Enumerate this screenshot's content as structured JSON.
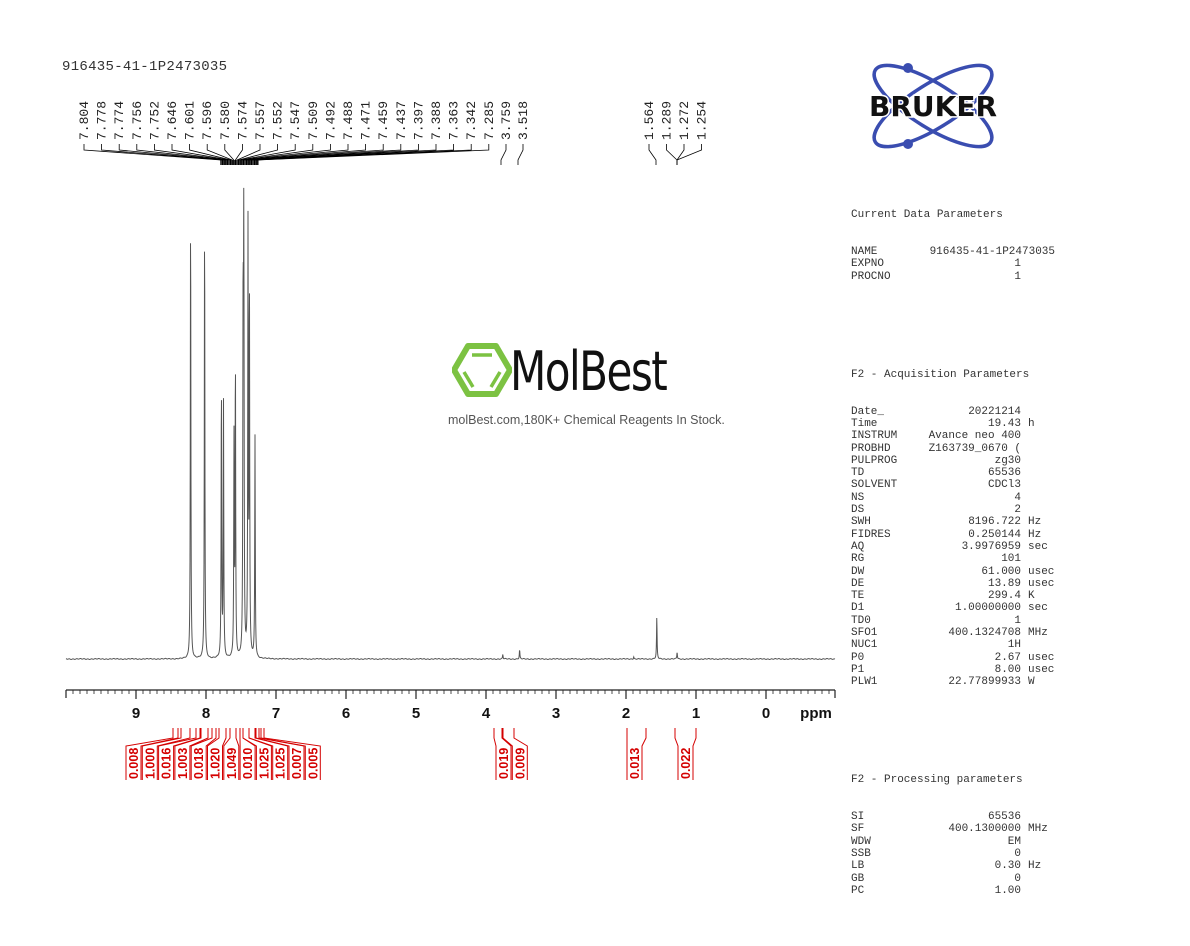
{
  "sample": {
    "title": "916435-41-1P2473035"
  },
  "peak_labels": {
    "aromatic": [
      "7.804",
      "7.778",
      "7.774",
      "7.756",
      "7.752",
      "7.646",
      "7.601",
      "7.596",
      "7.580",
      "7.574",
      "7.557",
      "7.552",
      "7.547",
      "7.509",
      "7.492",
      "7.488",
      "7.471",
      "7.459",
      "7.437",
      "7.397",
      "7.388",
      "7.363",
      "7.342",
      "7.285"
    ],
    "mid": [
      "3.759",
      "3.518"
    ],
    "aliphatic": [
      "1.564",
      "1.289",
      "1.272",
      "1.254"
    ]
  },
  "axis": {
    "ticks": [
      "9",
      "8",
      "7",
      "6",
      "5",
      "4",
      "3",
      "2",
      "1",
      "0"
    ],
    "unit": "ppm"
  },
  "integrals": {
    "aromatic": [
      "0.008",
      "1.000",
      "0.016",
      "1.003",
      "0.018",
      "1.020",
      "1.049",
      "0.010",
      "1.025",
      "1.025",
      "0.007",
      "0.005"
    ],
    "mid": [
      "0.019",
      "0.009"
    ],
    "aliphatic_1": [
      "0.013"
    ],
    "aliphatic_2": [
      "0.022"
    ]
  },
  "watermark": {
    "brand": "MolBest",
    "tagline": "molBest.com,180K+ Chemical Reagents In Stock."
  },
  "logo": {
    "text": "BRUKER"
  },
  "parameters": {
    "current": {
      "title": "Current Data Parameters",
      "rows": [
        {
          "key": "NAME",
          "val": "916435-41-1P2473035",
          "unit": ""
        },
        {
          "key": "EXPNO",
          "val": "1",
          "unit": ""
        },
        {
          "key": "PROCNO",
          "val": "1",
          "unit": ""
        }
      ]
    },
    "acquisition": {
      "title": "F2 - Acquisition Parameters",
      "rows": [
        {
          "key": "Date_",
          "val": "20221214",
          "unit": ""
        },
        {
          "key": "Time",
          "val": "19.43",
          "unit": "h"
        },
        {
          "key": "INSTRUM",
          "val": "Avance neo 400",
          "unit": ""
        },
        {
          "key": "PROBHD",
          "val": "Z163739_0670 (",
          "unit": ""
        },
        {
          "key": "PULPROG",
          "val": "zg30",
          "unit": ""
        },
        {
          "key": "TD",
          "val": "65536",
          "unit": ""
        },
        {
          "key": "SOLVENT",
          "val": "CDCl3",
          "unit": ""
        },
        {
          "key": "NS",
          "val": "4",
          "unit": ""
        },
        {
          "key": "DS",
          "val": "2",
          "unit": ""
        },
        {
          "key": "SWH",
          "val": "8196.722",
          "unit": "Hz"
        },
        {
          "key": "FIDRES",
          "val": "0.250144",
          "unit": "Hz"
        },
        {
          "key": "AQ",
          "val": "3.9976959",
          "unit": "sec"
        },
        {
          "key": "RG",
          "val": "101",
          "unit": ""
        },
        {
          "key": "DW",
          "val": "61.000",
          "unit": "usec"
        },
        {
          "key": "DE",
          "val": "13.89",
          "unit": "usec"
        },
        {
          "key": "TE",
          "val": "299.4",
          "unit": "K"
        },
        {
          "key": "D1",
          "val": "1.00000000",
          "unit": "sec"
        },
        {
          "key": "TD0",
          "val": "1",
          "unit": ""
        },
        {
          "key": "SFO1",
          "val": "400.1324708",
          "unit": "MHz"
        },
        {
          "key": "NUC1",
          "val": "1H",
          "unit": ""
        },
        {
          "key": "P0",
          "val": "2.67",
          "unit": "usec"
        },
        {
          "key": "P1",
          "val": "8.00",
          "unit": "usec"
        },
        {
          "key": "PLW1",
          "val": "22.77899933",
          "unit": "W"
        }
      ]
    },
    "processing": {
      "title": "F2 - Processing parameters",
      "rows": [
        {
          "key": "SI",
          "val": "65536",
          "unit": ""
        },
        {
          "key": "SF",
          "val": "400.1300000",
          "unit": "MHz"
        },
        {
          "key": "WDW",
          "val": "EM",
          "unit": ""
        },
        {
          "key": "SSB",
          "val": "0",
          "unit": ""
        },
        {
          "key": "LB",
          "val": "0.30",
          "unit": "Hz"
        },
        {
          "key": "GB",
          "val": "0",
          "unit": ""
        },
        {
          "key": "PC",
          "val": "1.00",
          "unit": ""
        }
      ]
    }
  },
  "colors": {
    "spectrum": "#555555",
    "integral": "#d40000",
    "axis": "#222222",
    "logo_blue": "#3a4db0",
    "molbest_green": "#7cc242"
  },
  "chart_data": {
    "type": "line",
    "title": "916435-41-1P2473035",
    "xlabel": "ppm",
    "ylabel": "",
    "xlim": [
      10.0,
      -1.0
    ],
    "x_reversed": true,
    "grid": false,
    "x_ticks": [
      9,
      8,
      7,
      6,
      5,
      4,
      3,
      2,
      1,
      0
    ],
    "peaks": [
      {
        "ppm": 8.22,
        "rel_height": 0.99
      },
      {
        "ppm": 8.02,
        "rel_height": 0.97
      },
      {
        "ppm": 7.78,
        "rel_height": 0.6
      },
      {
        "ppm": 7.75,
        "rel_height": 0.55
      },
      {
        "ppm": 7.6,
        "rel_height": 0.47
      },
      {
        "ppm": 7.58,
        "rel_height": 0.65
      },
      {
        "ppm": 7.47,
        "rel_height": 0.74
      },
      {
        "ppm": 7.46,
        "rel_height": 1.0
      },
      {
        "ppm": 7.4,
        "rel_height": 0.92
      },
      {
        "ppm": 7.38,
        "rel_height": 0.82
      },
      {
        "ppm": 7.3,
        "rel_height": 0.48
      },
      {
        "ppm": 3.76,
        "rel_height": 0.01
      },
      {
        "ppm": 3.52,
        "rel_height": 0.02
      },
      {
        "ppm": 1.89,
        "rel_height": 0.005
      },
      {
        "ppm": 1.56,
        "rel_height": 0.09
      },
      {
        "ppm": 1.27,
        "rel_height": 0.015
      }
    ],
    "peak_labels_ppm": [
      7.804,
      7.778,
      7.774,
      7.756,
      7.752,
      7.646,
      7.601,
      7.596,
      7.58,
      7.574,
      7.557,
      7.552,
      7.547,
      7.509,
      7.492,
      7.488,
      7.471,
      7.459,
      7.437,
      7.397,
      7.388,
      7.363,
      7.342,
      7.285,
      3.759,
      3.518,
      1.564,
      1.289,
      1.272,
      1.254
    ],
    "integrals": [
      {
        "range_ppm": [
          8.4,
          8.3
        ],
        "value": 0.008
      },
      {
        "range_ppm": [
          8.28,
          8.15
        ],
        "value": 1.0
      },
      {
        "range_ppm": [
          8.12,
          8.08
        ],
        "value": 0.016
      },
      {
        "range_ppm": [
          8.06,
          7.97
        ],
        "value": 1.003
      },
      {
        "range_ppm": [
          7.92,
          7.85
        ],
        "value": 0.018
      },
      {
        "range_ppm": [
          7.82,
          7.7
        ],
        "value": 1.02
      },
      {
        "range_ppm": [
          7.66,
          7.52
        ],
        "value": 1.049
      },
      {
        "range_ppm": [
          7.5,
          7.48
        ],
        "value": 0.01
      },
      {
        "range_ppm": [
          7.48,
          7.42
        ],
        "value": 1.025
      },
      {
        "range_ppm": [
          7.42,
          7.33
        ],
        "value": 1.025
      },
      {
        "range_ppm": [
          7.32,
          7.25
        ],
        "value": 0.007
      },
      {
        "range_ppm": [
          7.24,
          7.18
        ],
        "value": 0.005
      },
      {
        "range_ppm": [
          3.85,
          3.66
        ],
        "value": 0.019
      },
      {
        "range_ppm": [
          3.6,
          3.45
        ],
        "value": 0.009
      },
      {
        "range_ppm": [
          2.0,
          1.7
        ],
        "value": 0.013
      },
      {
        "range_ppm": [
          1.4,
          1.05
        ],
        "value": 0.022
      }
    ]
  }
}
